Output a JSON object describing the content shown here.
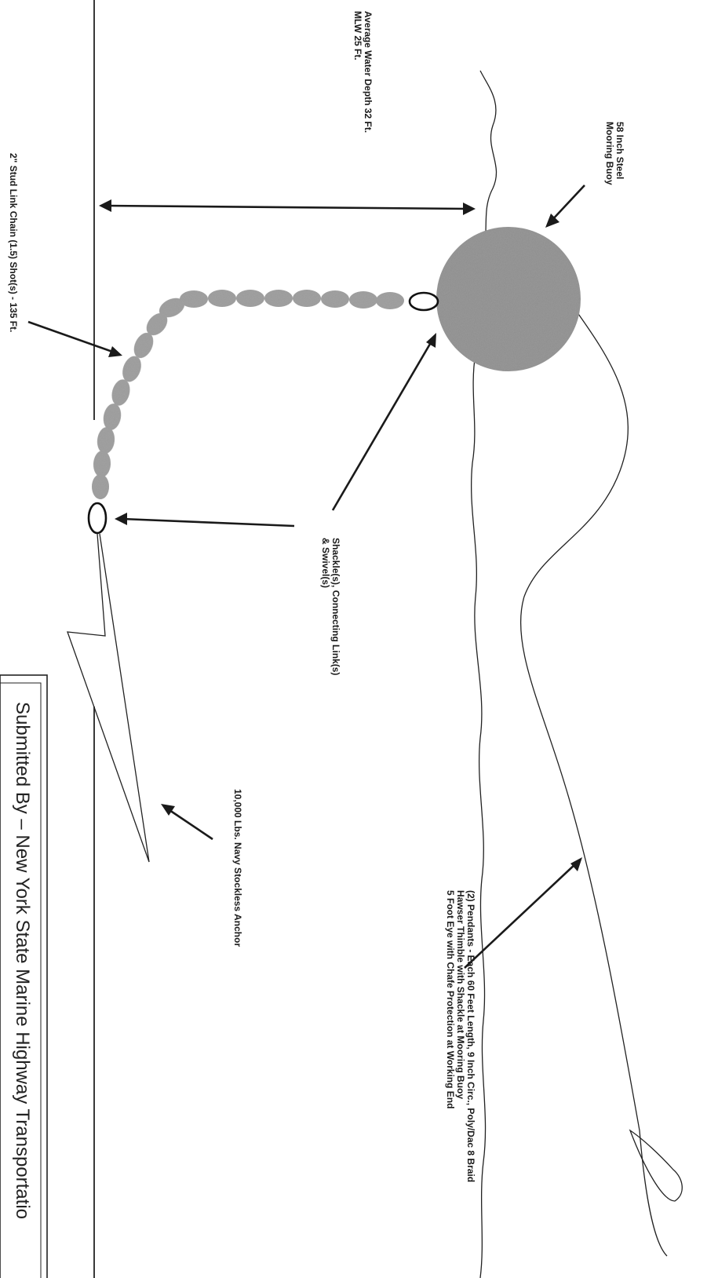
{
  "labels": {
    "water_depth_line1": "Average Water Depth 32 Ft.",
    "water_depth_line2": "MLW 25 Ft.",
    "buoy_line1": "58 Inch Steel",
    "buoy_line2": "Mooring Buoy",
    "chain": "2\" Stud Link Chain (1.5) Shot(s) - 135 Ft.",
    "shackle_line1": "Shackle(s), Connecting Link(s)",
    "shackle_line2": "& Swivel(s)",
    "anchor": "10,000 Lbs. Navy Stockless Anchor",
    "pendant_line1": "(2) Pendants - Each 60 Feet Length, 9 Inch Circ., Poly/Dac 8 Braid",
    "pendant_line2": "Hawser Thimble with Shackle at Mooring Buoy",
    "pendant_line3": "5 Foot Eye with Chafe Protection at Working End"
  },
  "footer": {
    "submitted_by": "Submitted By – New York State Marine Highway Transportatio"
  },
  "colors": {
    "buoy_fill": "#8c8c8c",
    "chain_fill": "#9a9a9a",
    "line": "#222222"
  }
}
